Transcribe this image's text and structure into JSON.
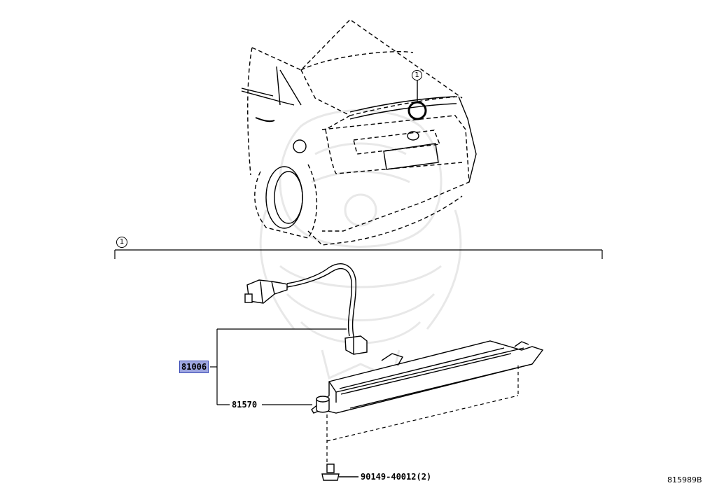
{
  "callout": {
    "number": "1"
  },
  "parts": {
    "assembly": "81006",
    "socket": "81570",
    "screw": "90149-40012(2)"
  },
  "diagram_code": "815989B",
  "colors": {
    "line": "#000000",
    "selected_fill": "#9ea6e0",
    "selected_border": "#3b4bb6",
    "watermark": "#e6e6e6"
  }
}
